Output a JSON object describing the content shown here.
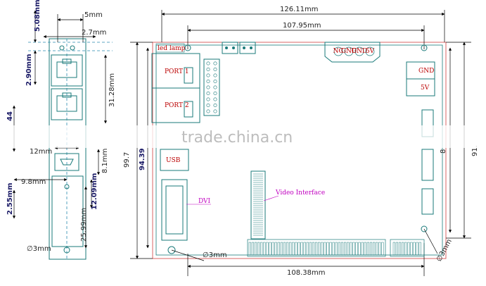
{
  "watermark": "trade.china.cn",
  "left_view": {
    "dims": {
      "d508": "5.08mm",
      "d5": "5mm",
      "d27": "2.7mm",
      "d290": "2.90mm",
      "d3128": "31.28mm",
      "d44": "44",
      "d12": "12mm",
      "d81": "8.1mm",
      "d98": "9.8mm",
      "d255": "2.55mm",
      "d1209": "12.09mm",
      "d2599": "25.99mm",
      "hole": "∅3mm"
    }
  },
  "board": {
    "width_top": "126.11mm",
    "width_inner": "107.95mm",
    "width_bottom": "108.38mm",
    "height_left": "99.7",
    "height_left2": "94.39",
    "height_right": "91.",
    "height_right2": "8",
    "hole_left": "∅3mm",
    "hole_right": "∅3mm",
    "led_label": "led lamp",
    "port1": "PORT 1",
    "port2": "PORT 2",
    "usb": "USB",
    "dvi": "DVI",
    "video_interface": "Video Interface",
    "power_pins": [
      "NC",
      "GND",
      "GND",
      "5V"
    ],
    "right_gnd": "GND",
    "right_5v": "5V"
  }
}
